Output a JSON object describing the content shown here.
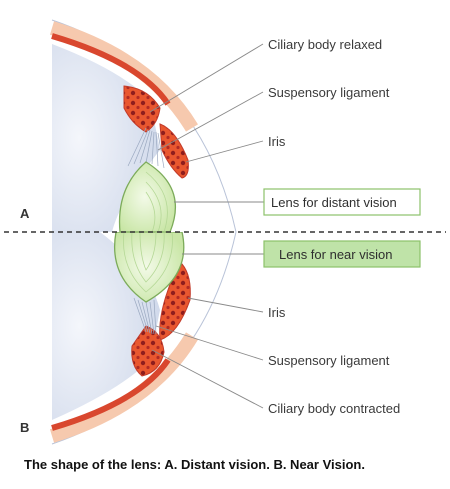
{
  "labels": {
    "ciliary_body_relaxed": "Ciliary body relaxed",
    "suspensory_ligament_top": "Suspensory ligament",
    "iris_top": "Iris",
    "lens_distant": "Lens for distant vision",
    "lens_near": "Lens for near vision",
    "iris_bottom": "Iris",
    "suspensory_ligament_bottom": "Suspensory ligament",
    "ciliary_body_contracted": "Ciliary body contracted"
  },
  "panels": {
    "a": "A",
    "b": "B"
  },
  "caption": "The shape of the lens: A. Distant vision. B. Near Vision.",
  "colors": {
    "lens_fill": "#d9eec0",
    "lens_stroke": "#7cab5a",
    "lens_box_distant_fill": "#ffffff",
    "lens_box_near_fill": "#bfe3a8",
    "lens_box_border": "#8cc26a",
    "sclera_red": "#d9472e",
    "sclera_light": "#f5c4a8",
    "interior": "#dfe5f1"
  }
}
